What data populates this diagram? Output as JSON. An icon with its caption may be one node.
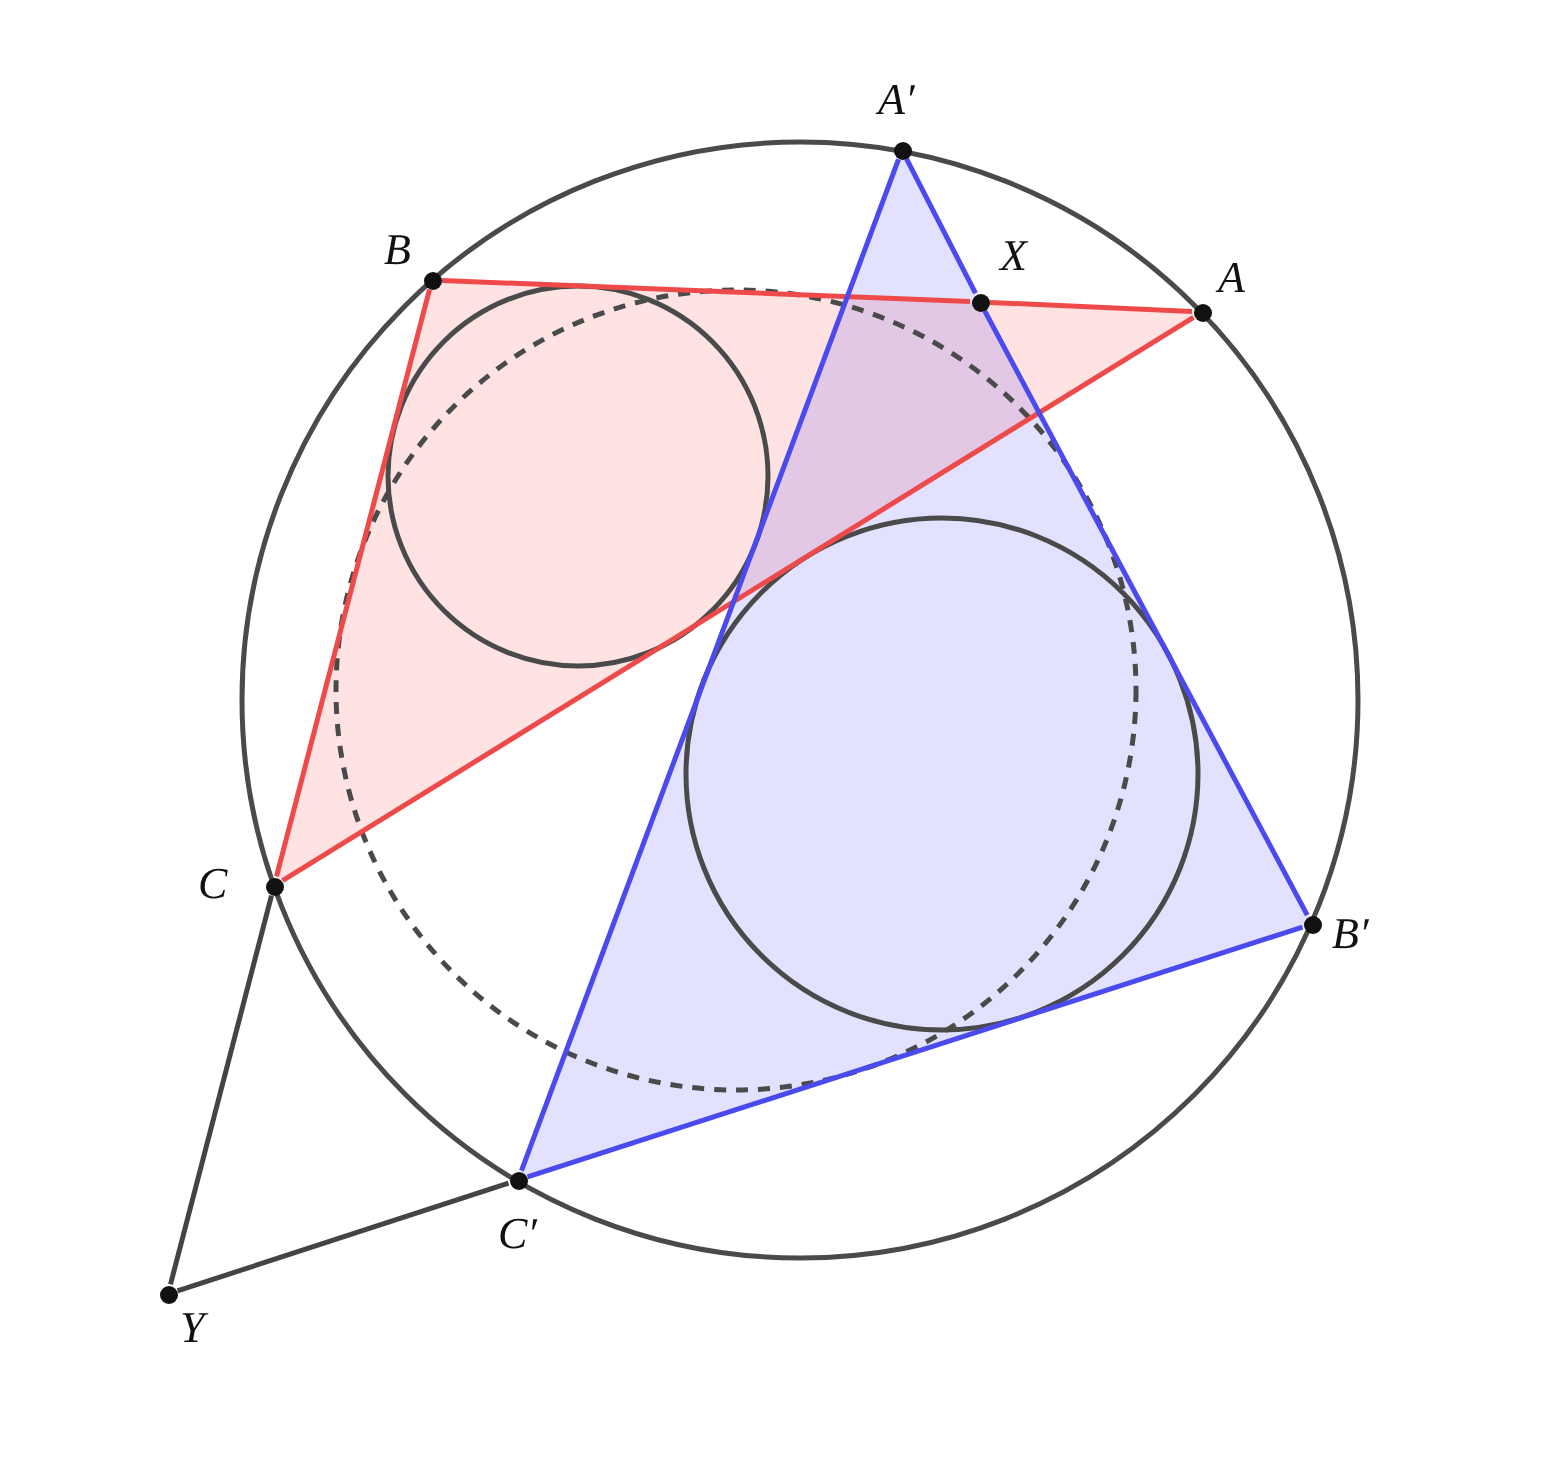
{
  "diagram": {
    "nodes": [
      {
        "text": [
          "A′"
        ]
      },
      {
        "text": [
          "B"
        ]
      },
      {
        "text": [
          "X"
        ]
      },
      {
        "text": [
          "A"
        ]
      },
      {
        "text": [
          "C"
        ]
      },
      {
        "text": [
          "B′"
        ]
      },
      {
        "text": [
          "C′"
        ]
      },
      {
        "text": [
          "Y"
        ]
      }
    ],
    "edges": [
      {
        "from": 1,
        "to": 2,
        "arrow": "none",
        "color": "#ee4a4a"
      },
      {
        "from": 2,
        "to": 3,
        "arrow": "none",
        "color": "#ee4a4a"
      },
      {
        "from": 3,
        "to": 4,
        "arrow": "none",
        "color": "#ee4a4a"
      },
      {
        "from": 4,
        "to": 1,
        "arrow": "none",
        "color": "#ee4a4a"
      },
      {
        "from": 0,
        "to": 2,
        "arrow": "none",
        "color": "#4a4aee"
      },
      {
        "from": 2,
        "to": 5,
        "arrow": "none",
        "color": "#4a4aee"
      },
      {
        "from": 5,
        "to": 6,
        "arrow": "none",
        "color": "#4a4aee"
      },
      {
        "from": 6,
        "to": 0,
        "arrow": "none",
        "color": "#4a4aee"
      },
      {
        "from": 4,
        "to": 7,
        "arrow": "none",
        "color": "#444444"
      },
      {
        "from": 7,
        "to": 6,
        "arrow": "none",
        "color": "#444444"
      }
    ]
  }
}
